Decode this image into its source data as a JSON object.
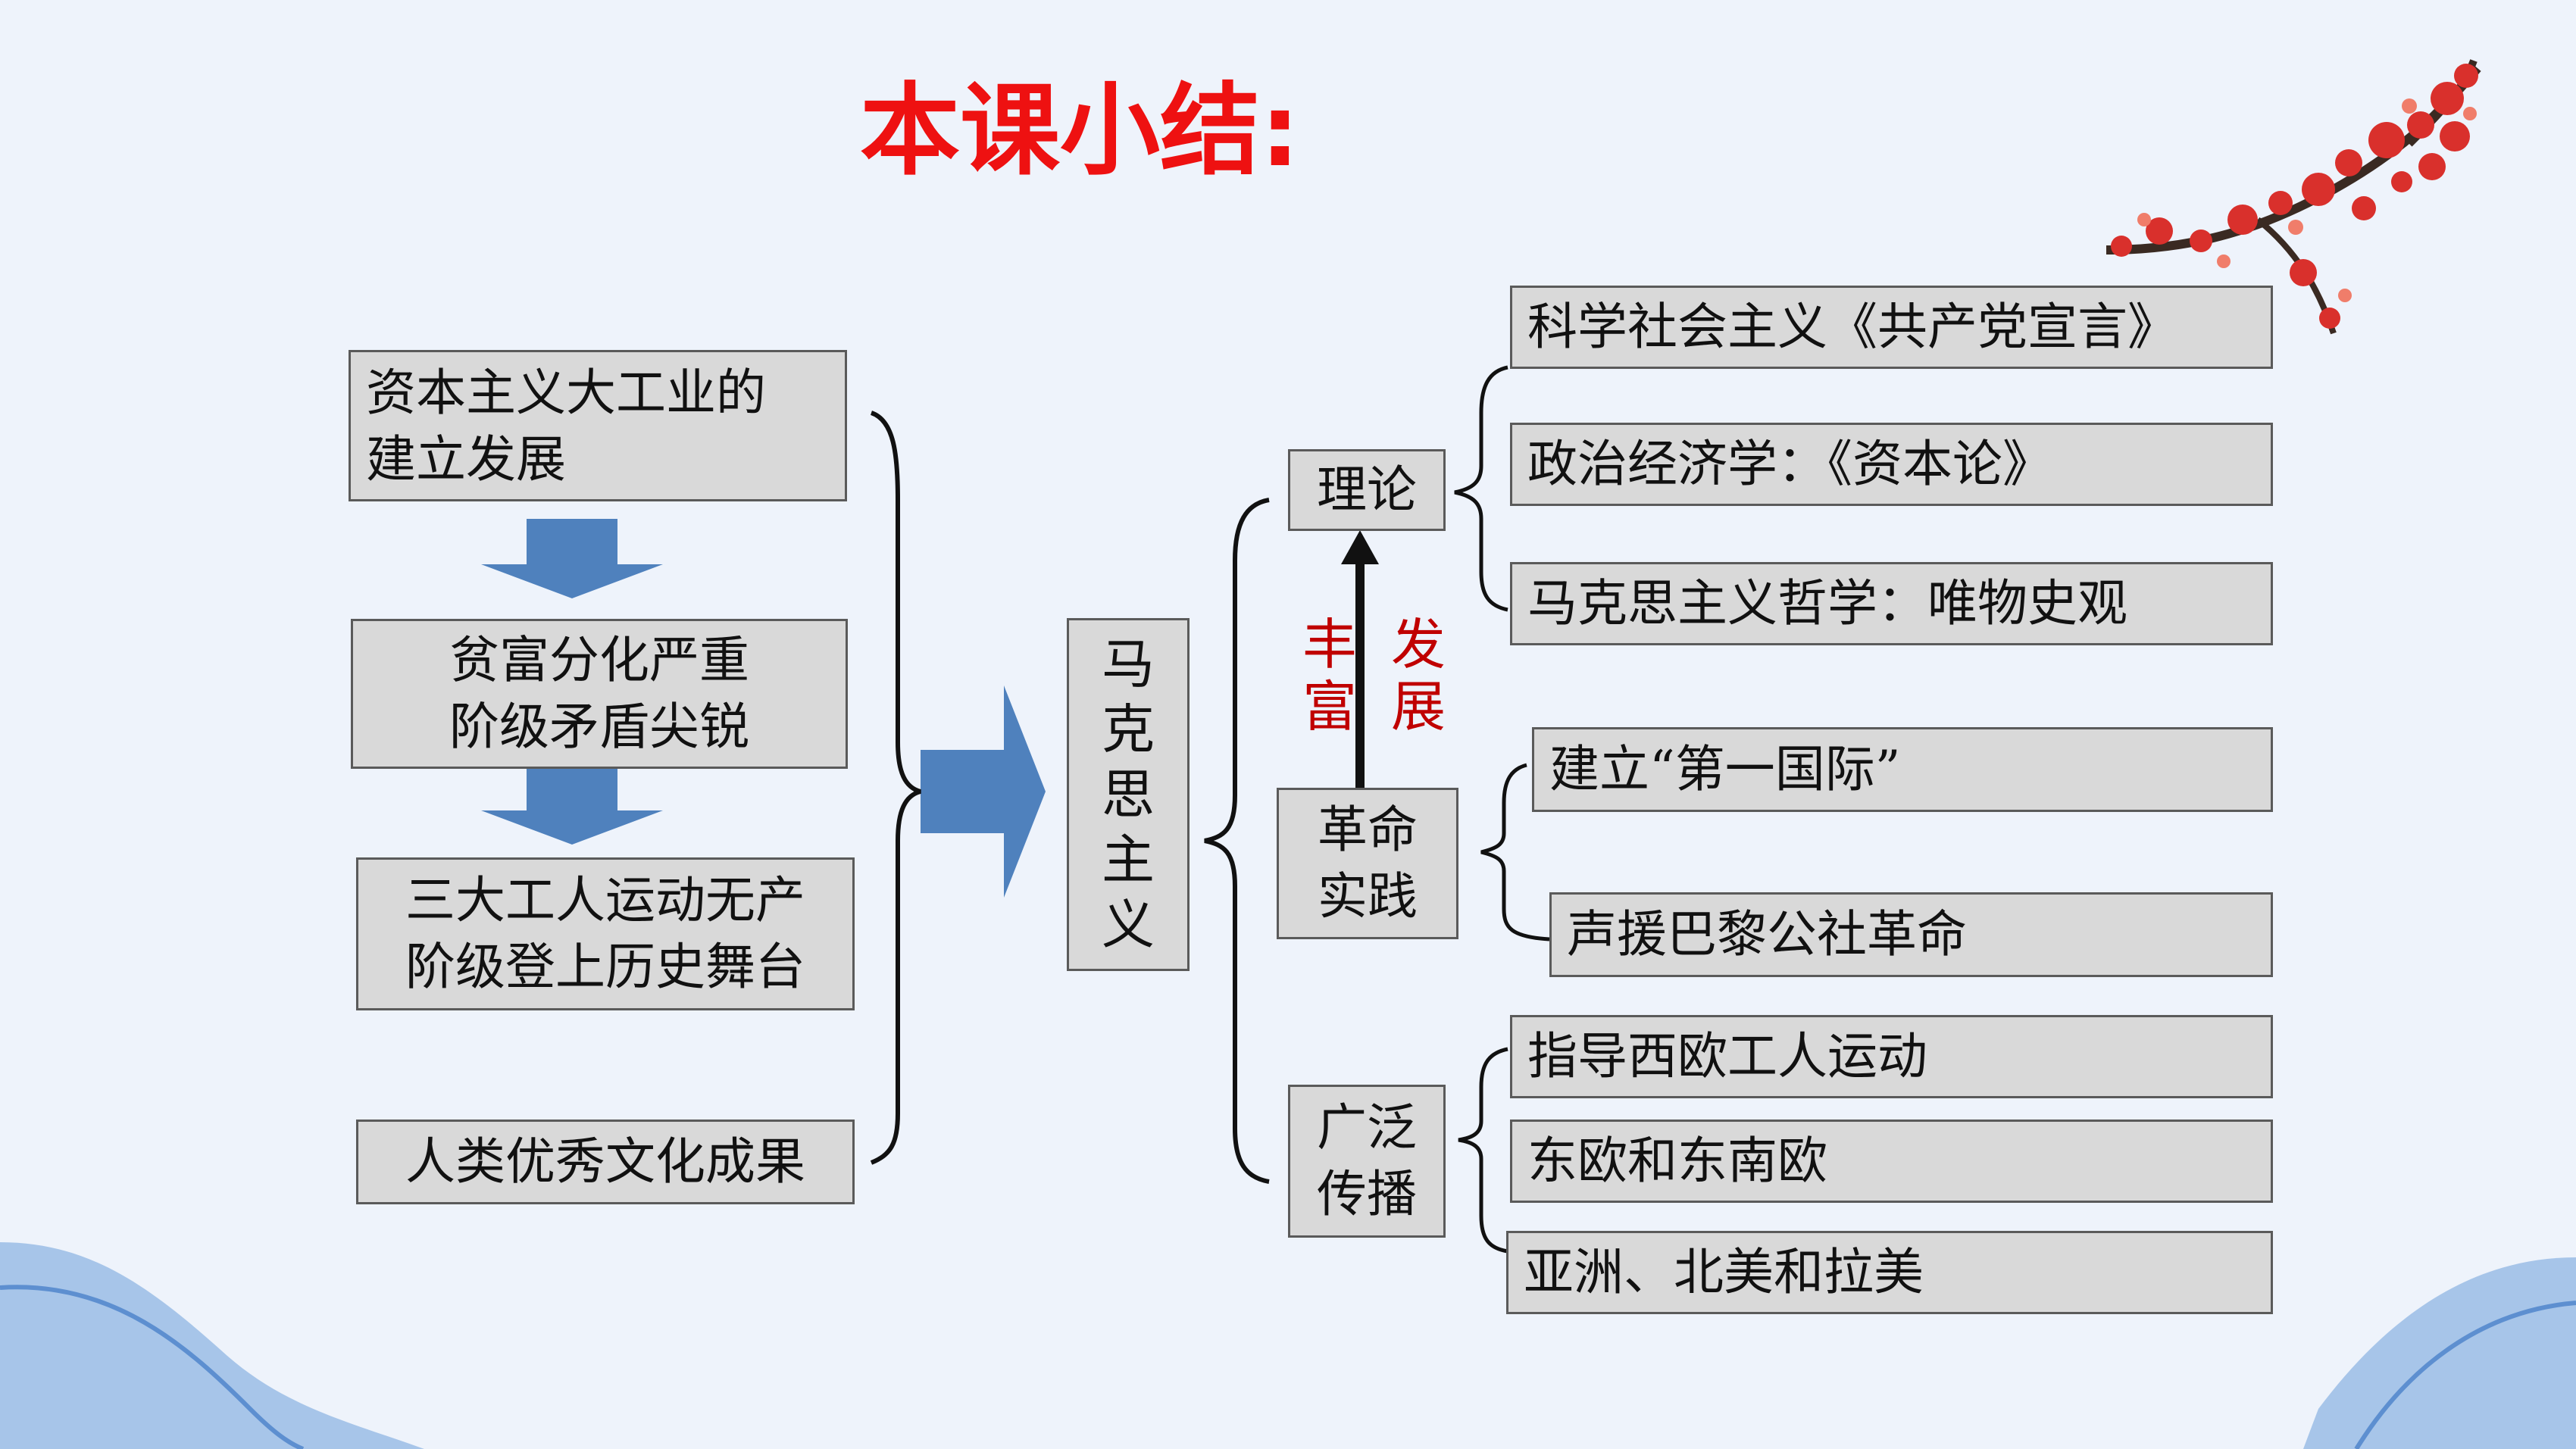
{
  "title": "本课小结:",
  "colors": {
    "title": "#ee1111",
    "box_fill": "#d9d9d9",
    "box_border": "#5a5a5a",
    "arrow": "#4f81bd",
    "accent_text": "#c00000"
  },
  "causes": [
    {
      "line1": "资本主义大工业的",
      "line2": "建立发展"
    },
    {
      "line1": "贫富分化严重",
      "line2": "阶级矛盾尖锐"
    },
    {
      "line1": "三大工人运动无产",
      "line2": "阶级登上历史舞台"
    },
    {
      "line1": "人类优秀文化成果"
    }
  ],
  "center": {
    "chars": [
      "马",
      "克",
      "思",
      "主",
      "义"
    ]
  },
  "branches": {
    "theory": {
      "label": "理论",
      "items": [
        "科学社会主义《共产党宣言》",
        "政治经济学：《资本论》",
        "马克思主义哲学：唯物史观"
      ]
    },
    "practice": {
      "line1": "革命",
      "line2": "实践",
      "items": [
        "建立“第一国际”",
        "声援巴黎公社革命"
      ]
    },
    "spread": {
      "line1": "广泛",
      "line2": "传播",
      "items": [
        "指导西欧工人运动",
        "东欧和东南欧",
        "亚洲、北美和拉美"
      ]
    }
  },
  "relation": {
    "left": [
      "丰",
      "富"
    ],
    "right": [
      "发",
      "展"
    ]
  }
}
